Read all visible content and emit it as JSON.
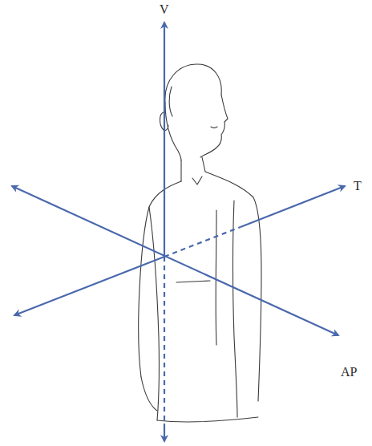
{
  "diagram": {
    "labels": [
      "V",
      "T",
      "AP"
    ]
  }
}
